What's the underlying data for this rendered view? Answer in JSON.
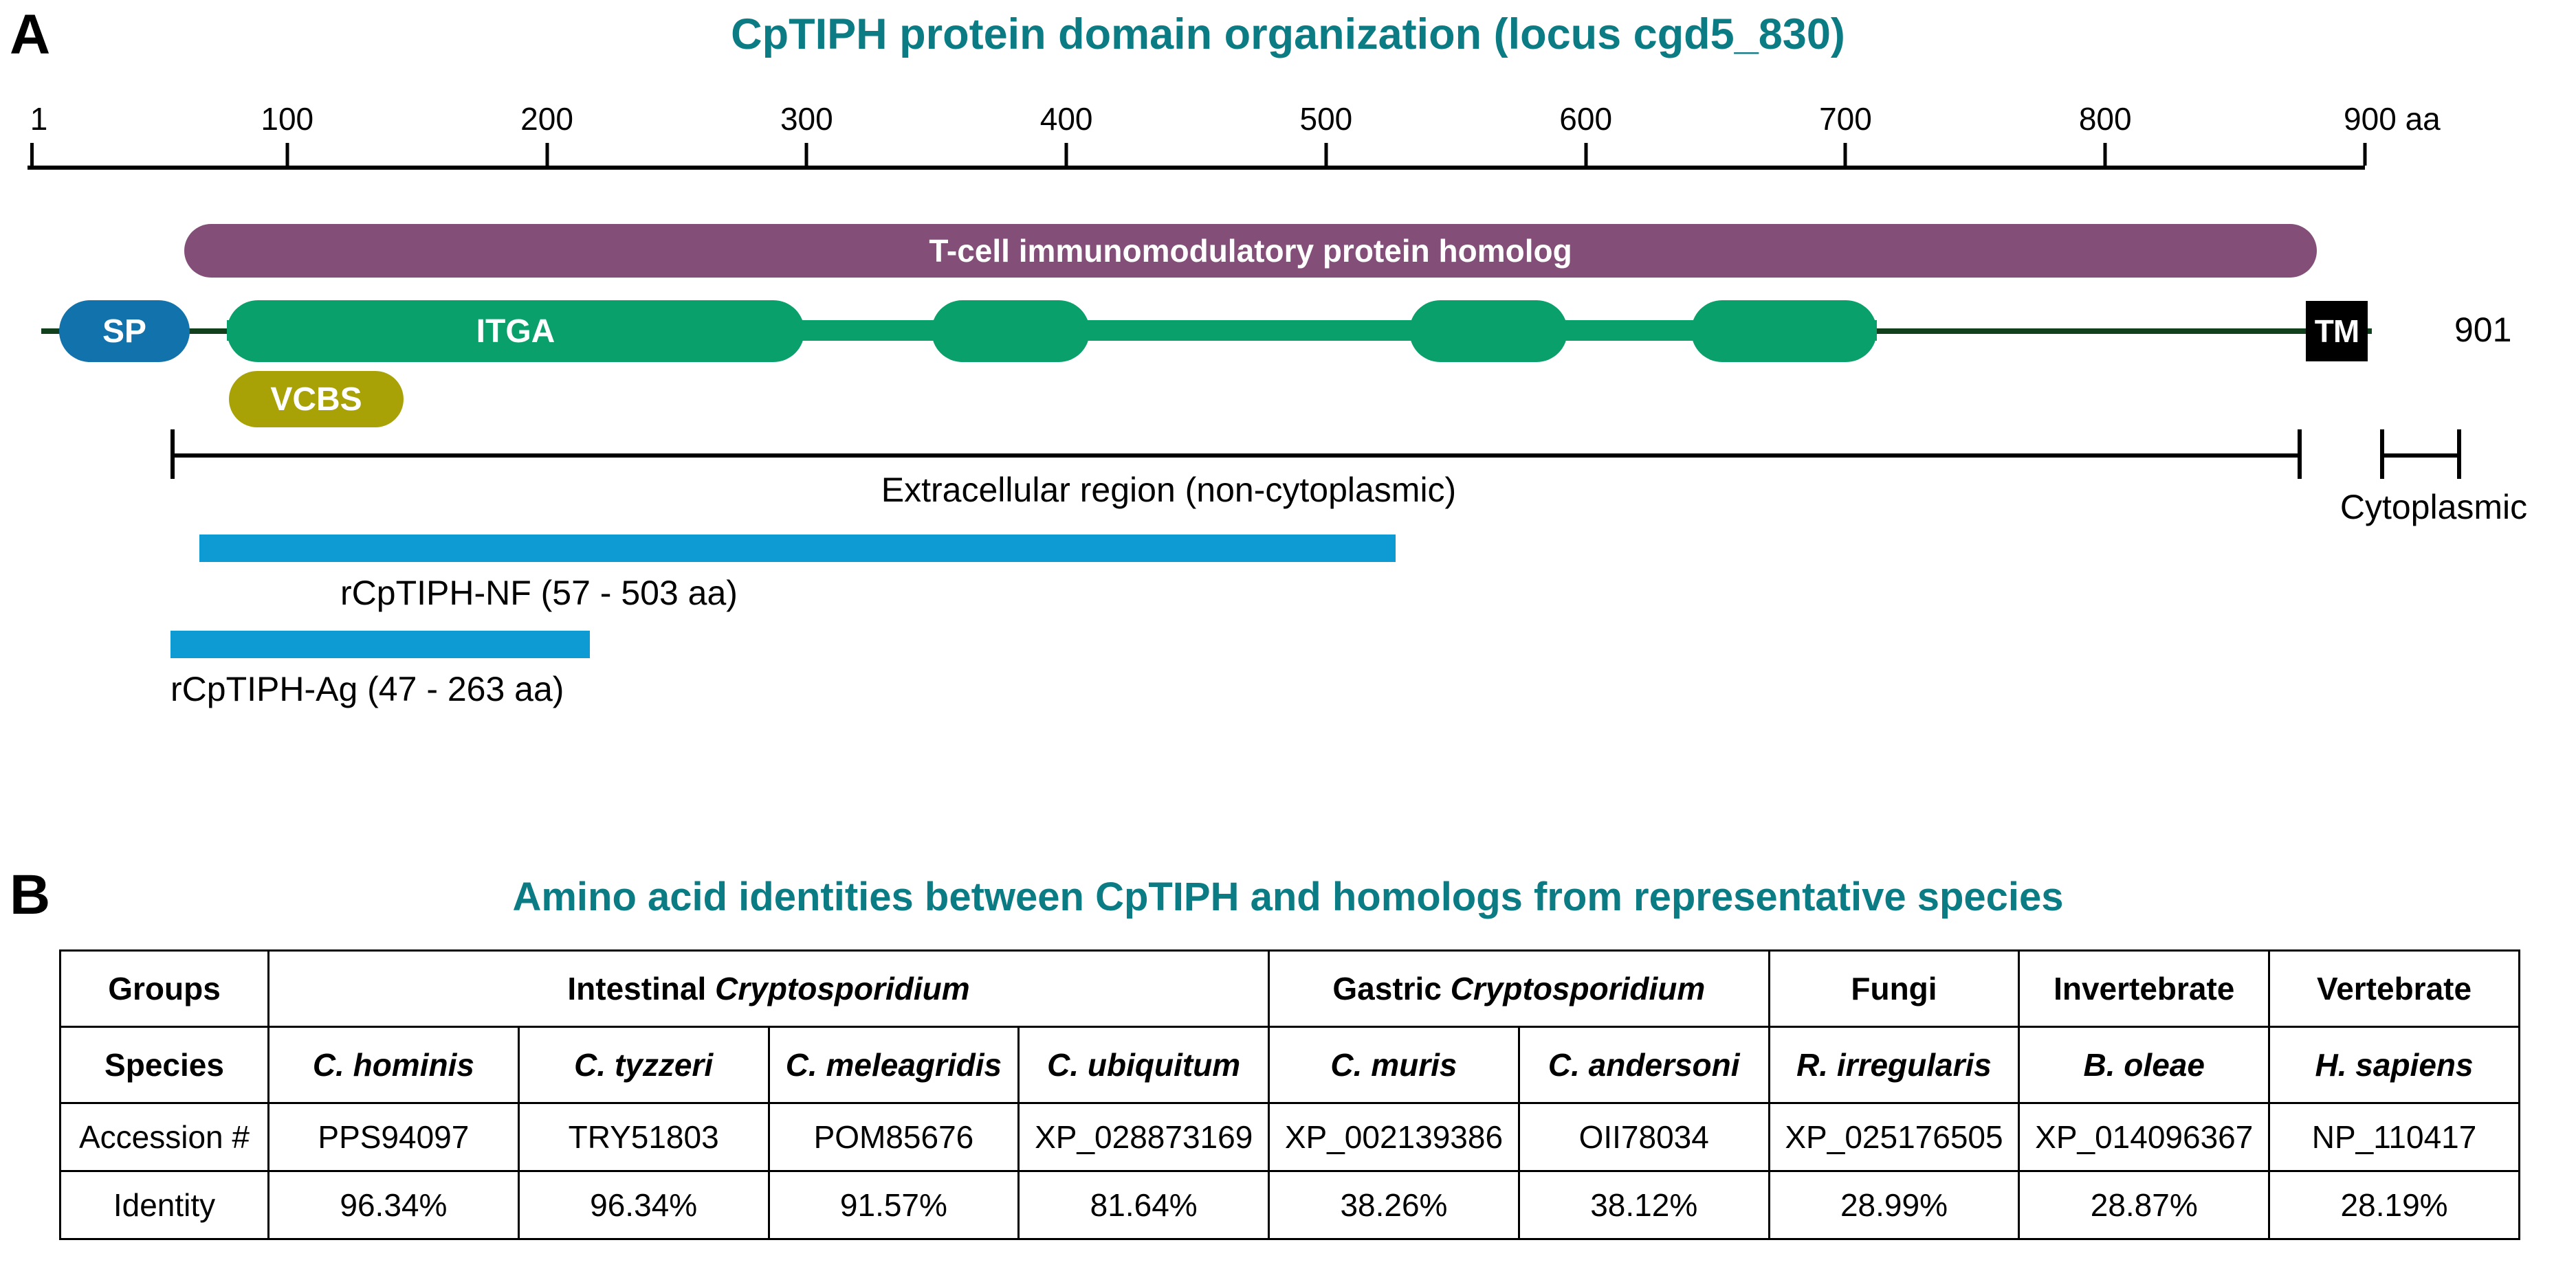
{
  "panels": {
    "a": {
      "letter": "A",
      "title": "CpTIPH protein domain organization (locus cgd5_830)"
    },
    "b": {
      "letter": "B",
      "title": "Amino acid identities between CpTIPH and homologs from representative species"
    }
  },
  "ruler": {
    "ticks": [
      {
        "label": "1",
        "aa": 1
      },
      {
        "label": "100",
        "aa": 100
      },
      {
        "label": "200",
        "aa": 200
      },
      {
        "label": "300",
        "aa": 300
      },
      {
        "label": "400",
        "aa": 400
      },
      {
        "label": "500",
        "aa": 500
      },
      {
        "label": "600",
        "aa": 600
      },
      {
        "label": "700",
        "aa": 700
      },
      {
        "label": "800",
        "aa": 800
      },
      {
        "label": "900 aa",
        "aa": 900
      }
    ]
  },
  "diagram": {
    "tip_homolog_label": "T-cell immunomodulatory protein homolog",
    "sp_label": "SP",
    "itga_label": "ITGA",
    "vcbs_label": "VCBS",
    "tm_label": "TM",
    "c_terminus": "901",
    "extracellular_label": "Extracellular region (non-cytoplasmic)",
    "cytoplasmic_label": "Cytoplasmic",
    "constructs": [
      {
        "name": "rCpTIPH-NF",
        "label": "rCpTIPH-NF (57 - 503 aa)",
        "start": 57,
        "end": 503
      },
      {
        "name": "rCpTIPH-Ag",
        "label": "rCpTIPH-Ag (47 - 263 aa)",
        "start": 47,
        "end": 263
      }
    ],
    "colors": {
      "tip_homolog": "#834f79",
      "signal_peptide": "#1272ab",
      "itga": "#09a06b",
      "vcbs": "#a8a207",
      "transmembrane": "#000000",
      "construct_bar": "#0e9ad2",
      "backbone": "#12401c",
      "title_teal": "#0b7b84"
    }
  },
  "table": {
    "row_labels": {
      "groups": "Groups",
      "species": "Species",
      "accession": "Accession #",
      "identity": "Identity"
    },
    "groups": [
      {
        "name": "Intestinal Cryptosporidium",
        "prefix": "Intestinal ",
        "italic": "Cryptosporidium",
        "span": 4
      },
      {
        "name": "Gastric Cryptosporidium",
        "prefix": "Gastric ",
        "italic": "Cryptosporidium",
        "span": 2
      },
      {
        "name": "Fungi",
        "prefix": "Fungi",
        "italic": "",
        "span": 1
      },
      {
        "name": "Invertebrate",
        "prefix": "Invertebrate",
        "italic": "",
        "span": 1
      },
      {
        "name": "Vertebrate",
        "prefix": "Vertebrate",
        "italic": "",
        "span": 1
      }
    ],
    "columns": [
      {
        "species": "C. hominis",
        "accession": "PPS94097",
        "identity": "96.34%"
      },
      {
        "species": "C. tyzzeri",
        "accession": "TRY51803",
        "identity": "96.34%"
      },
      {
        "species": "C. meleagridis",
        "accession": "POM85676",
        "identity": "91.57%"
      },
      {
        "species": "C. ubiquitum",
        "accession": "XP_028873169",
        "identity": "81.64%"
      },
      {
        "species": "C. muris",
        "accession": "XP_002139386",
        "identity": "38.26%"
      },
      {
        "species": "C. andersoni",
        "accession": "OII78034",
        "identity": "38.12%"
      },
      {
        "species": "R. irregularis",
        "accession": "XP_025176505",
        "identity": "28.99%"
      },
      {
        "species": "B. oleae",
        "accession": "XP_014096367",
        "identity": "28.87%"
      },
      {
        "species": "H. sapiens",
        "accession": "NP_110417",
        "identity": "28.19%"
      }
    ]
  }
}
